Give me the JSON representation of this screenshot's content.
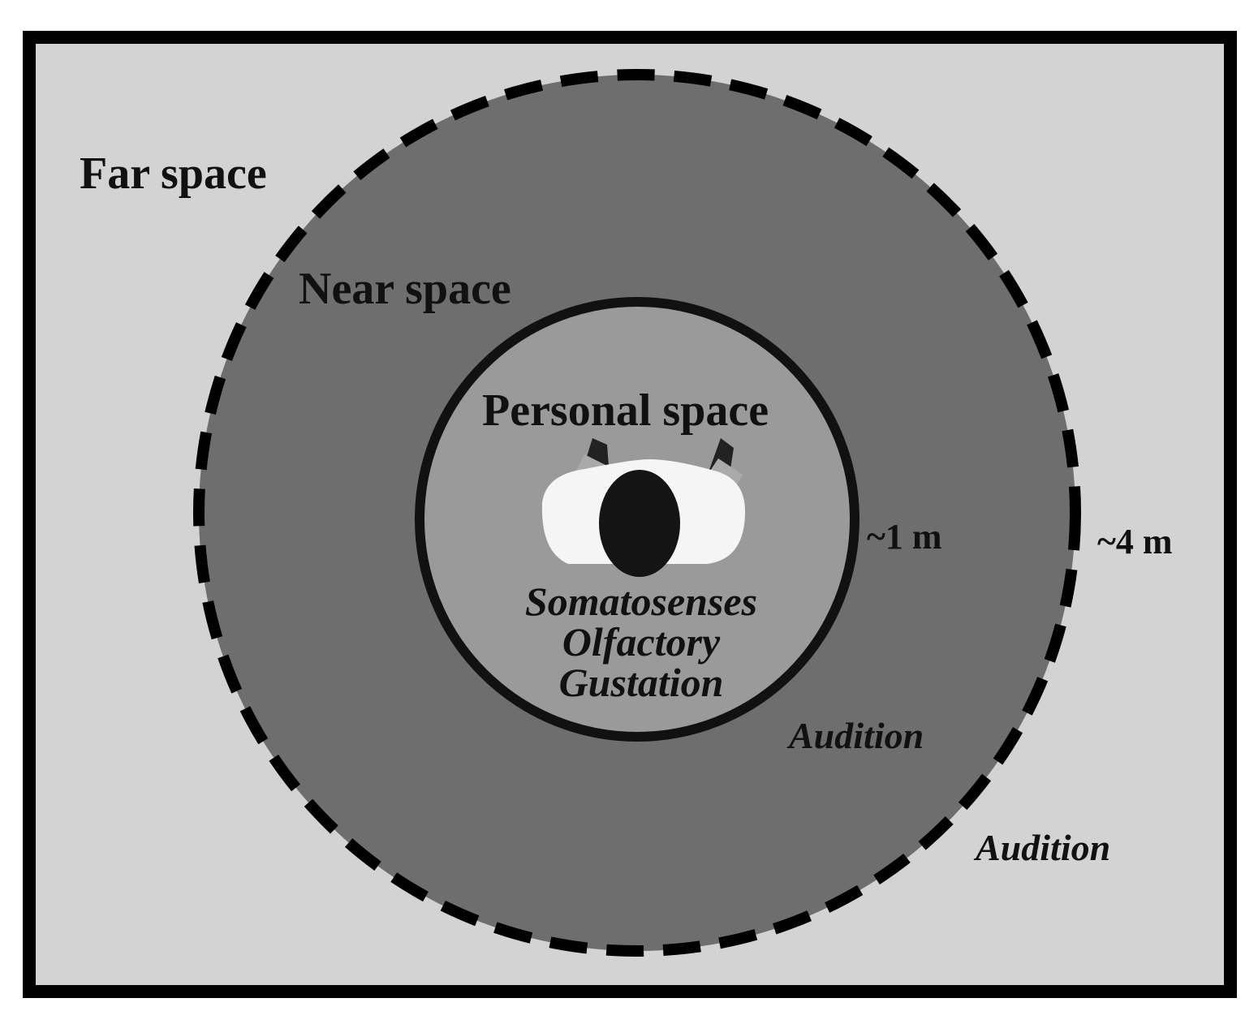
{
  "diagram": {
    "colors": {
      "far_space_fill": "#d3d3d3",
      "near_space_fill": "#6e6e6e",
      "personal_space_fill": "#9a9a9a",
      "border": "#000000",
      "text": "#111111"
    },
    "regions": {
      "far": {
        "label": "Far space"
      },
      "near": {
        "label": "Near space"
      },
      "personal": {
        "label": "Personal space"
      }
    },
    "distances": {
      "personal_radius": "~1 m",
      "near_radius": "~4 m"
    },
    "senses": {
      "personal": [
        "Somatosenses",
        "Olfactory",
        "Gustation"
      ],
      "near": "Audition",
      "far": "Audition"
    },
    "center_figure": {
      "icon": "person-top-view-icon"
    }
  }
}
